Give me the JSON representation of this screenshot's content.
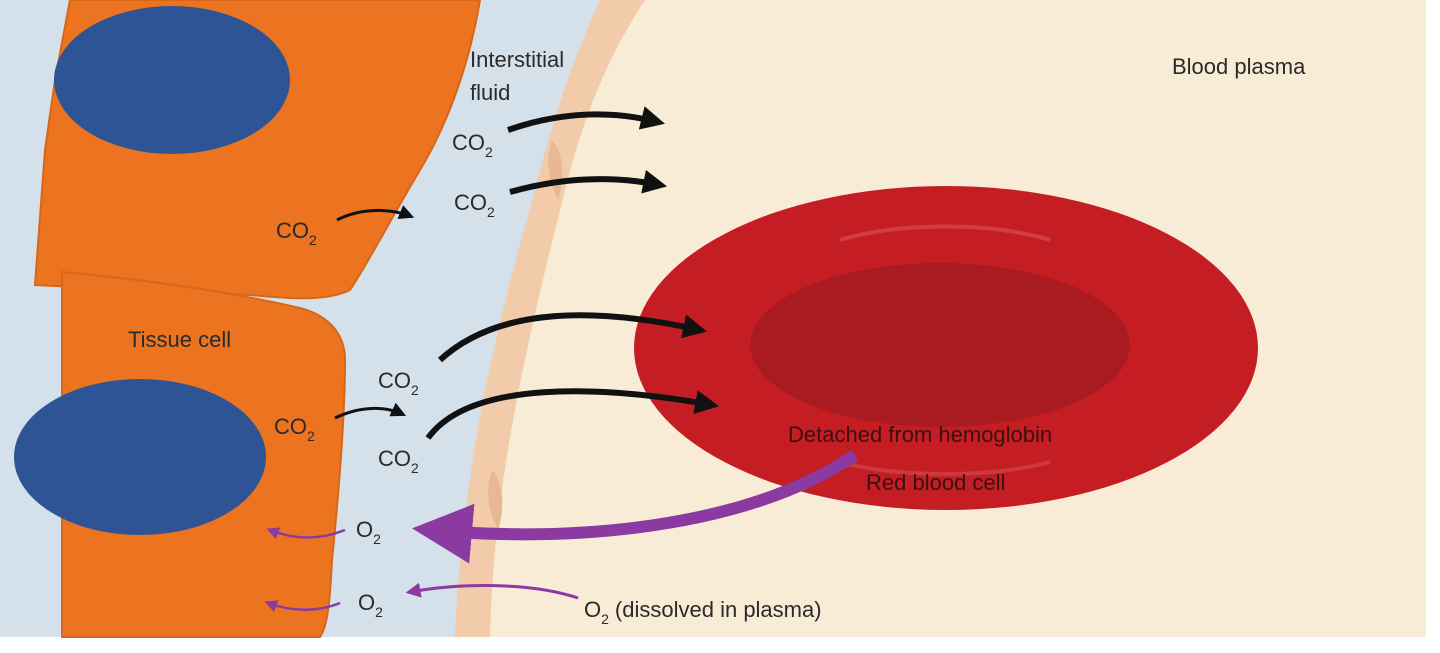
{
  "labels": {
    "interstitial_line1": "Interstitial",
    "interstitial_line2": "fluid",
    "blood_plasma": "Blood plasma",
    "tissue_cell": "Tissue cell",
    "detached": "Detached from hemoglobin",
    "red_blood_cell": "Red blood cell",
    "dissolved": "(dissolved in plasma)"
  },
  "molecules": {
    "co2_base": "CO",
    "o2_base": "O",
    "subscript": "2"
  },
  "colors": {
    "tissue_cell": "#ec7420",
    "nucleus": "#2e5496",
    "interstitial_fluid": "#d4e0ea",
    "blood_plasma": "#f8ecd6",
    "capillary_wall": "#f2ccaa",
    "red_blood_cell": "#c41e24",
    "rbc_center": "#a91b20",
    "co2_arrow": "#111111",
    "o2_arrow": "#8a3aa0"
  }
}
